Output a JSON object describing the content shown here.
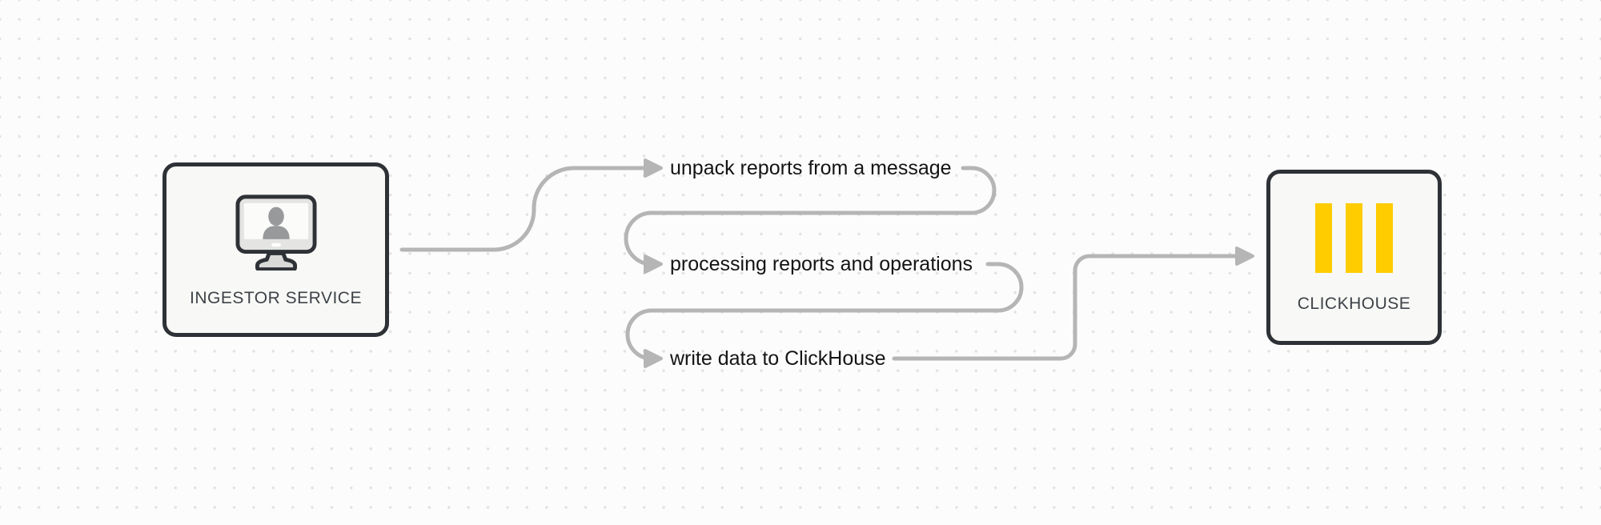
{
  "colors": {
    "background": "#fcfcfc",
    "grid_dot": "#e2e2e2",
    "node_border": "#2e3236",
    "node_fill": "#f8f8f6",
    "node_label": "#3e4348",
    "connector": "#b5b5b5",
    "step_label": "#141414",
    "clickhouse_yellow": "#ffcc00",
    "monitor_frame_gray": "#e4e4e2",
    "monitor_person_gray": "#98999b"
  },
  "nodes": {
    "ingestor": {
      "label": "INGESTOR SERVICE",
      "icon": "monitor-user-icon"
    },
    "clickhouse": {
      "label": "CLICKHOUSE",
      "icon": "clickhouse-logo-icon"
    }
  },
  "steps": [
    {
      "label": "unpack reports from a message"
    },
    {
      "label": "processing reports and operations"
    },
    {
      "label": "write data to ClickHouse"
    }
  ]
}
